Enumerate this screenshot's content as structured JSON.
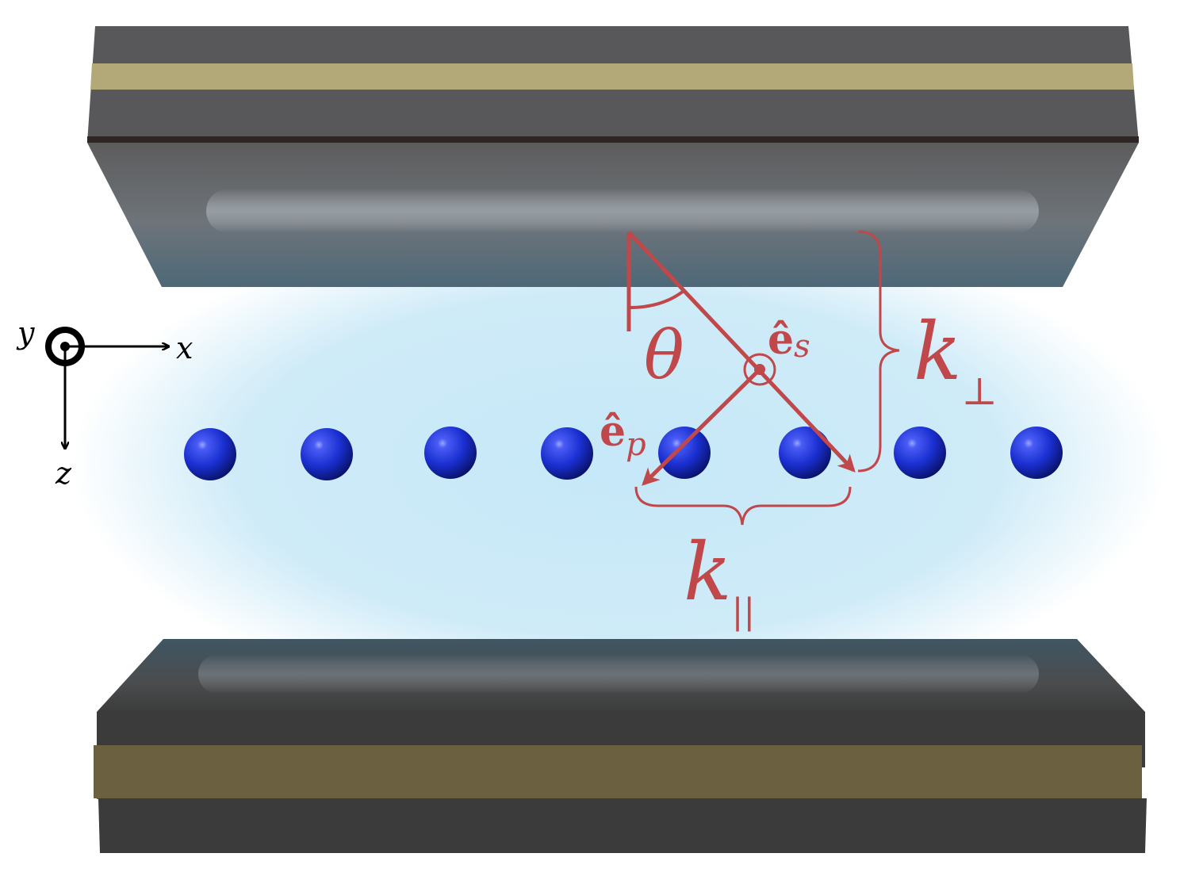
{
  "axes": {
    "x_label": "x",
    "y_label": "y",
    "z_label": "z"
  },
  "annotations": {
    "theta": "θ",
    "e_s_hat": "ê",
    "e_s_sub": "s",
    "e_p_hat": "ê",
    "e_p_sub": "p",
    "k_perp": "k",
    "k_perp_sub": "⊥",
    "k_par": "k",
    "k_par_sub": "||"
  },
  "atoms": {
    "count": 8
  },
  "colors": {
    "annotation": "#c0474a",
    "atom": "#1a2fd0",
    "plate_dark": "#3c3c3c",
    "plate_stripe_top": "#b3a877",
    "plate_stripe_bottom": "#6b6040",
    "field": "#bfe4f7"
  }
}
